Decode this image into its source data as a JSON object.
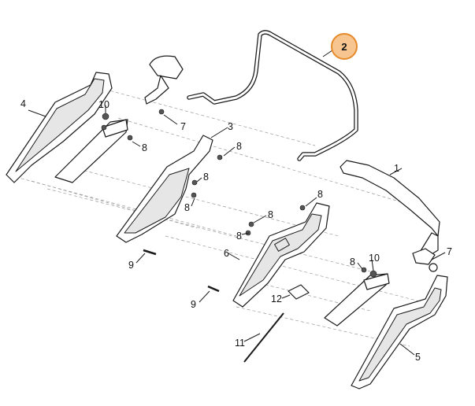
{
  "callouts": {
    "c1": "1",
    "c2": "2",
    "c3": "3",
    "c4": "4",
    "c5": "5",
    "c6": "6",
    "c7a": "7",
    "c7b": "7",
    "c8a": "8",
    "c8b": "8",
    "c8c": "8",
    "c8d": "8",
    "c8e": "8",
    "c8f": "8",
    "c8g": "8",
    "c8h": "8",
    "c9a": "9",
    "c9b": "9",
    "c10a": "10",
    "c10b": "10",
    "c11": "11",
    "c12": "12"
  },
  "highlight": {
    "label": "2",
    "color": "#f7c690",
    "border": "#e58a2a"
  }
}
